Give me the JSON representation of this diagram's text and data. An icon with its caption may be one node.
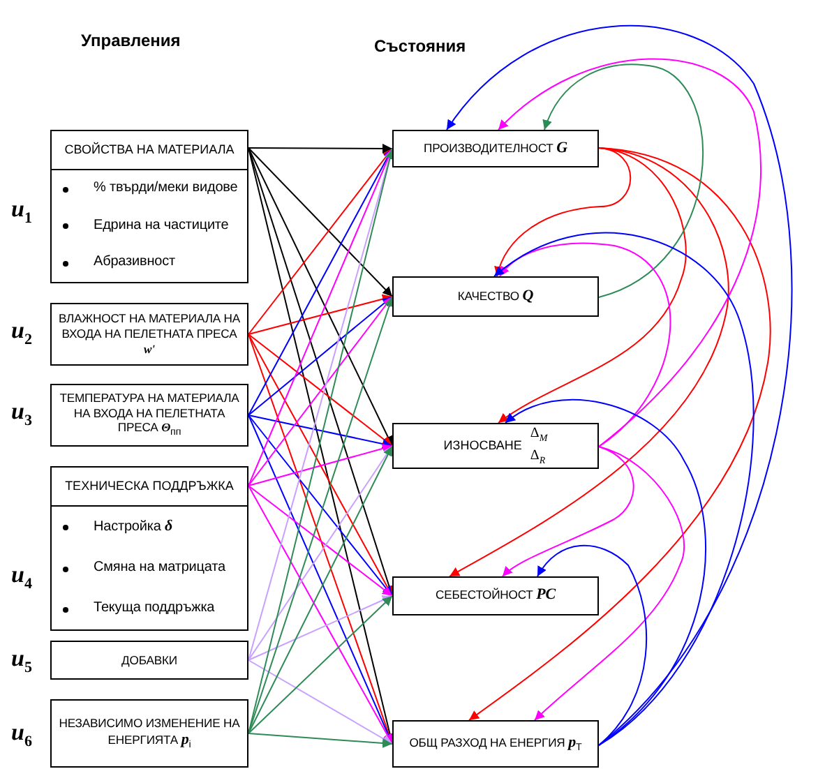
{
  "diagram": {
    "nodes": [
      {
        "text": [
          "СВОЙСТВА НА МАТЕРИАЛА",
          "% твърди/меки видове",
          "Едрина на частиците",
          "Абразивност"
        ],
        "beside": [
          "u$_{1}$"
        ]
      },
      {
        "text": [
          "ВЛАЖНОСТ НА МАТЕРИАЛА НА ВХОДА НА ПЕЛЕТНАТА ПРЕСА *w'*"
        ],
        "beside": [
          "u$_{2}$"
        ]
      },
      {
        "text": [
          "ТЕМПЕРАТУРА НА МАТЕРИАЛА НА ВХОДА НА ПЕЛЕТНАТА ПРЕСА *Θ*$_{пп}$"
        ],
        "beside": [
          "u$_{3}$"
        ]
      },
      {
        "text": [
          "ТЕХНИЧЕСКА ПОДДРЪЖКА",
          "Настройка **δ**",
          "Смяна на матрицата",
          "Текуща поддръжка"
        ],
        "beside": [
          "u$_{4}$"
        ]
      },
      {
        "text": [
          "ДОБАВКИ"
        ],
        "beside": [
          "u$_{5}$"
        ]
      },
      {
        "text": [
          "НЕЗАВИСИМО ИЗМЕНЕНИЕ НА ЕНЕРГИЯТА **p**$_{i}$"
        ],
        "beside": [
          "u$_{6}$"
        ]
      },
      {
        "text": [
          "ПРОИЗВОДИТЕЛНОСТ **G**"
        ]
      },
      {
        "text": [
          "КАЧЕСТВО **Q**"
        ]
      },
      {
        "text": [
          "ИЗНОСВАНЕ",
          "Δ$_{M}$",
          "Δ$_{R}$"
        ]
      },
      {
        "text": [
          "СЕБЕСТОЙНОСТ **PC**"
        ]
      },
      {
        "text": [
          "ОБЩ РАЗХОД НА ЕНЕРГИЯ **p**$_{T}$"
        ]
      }
    ],
    "edges": [
      {
        "from": 0,
        "to": 6,
        "arrow": "to",
        "color": "#000000"
      },
      {
        "from": 0,
        "to": 7,
        "arrow": "to",
        "color": "#000000"
      },
      {
        "from": 0,
        "to": 8,
        "arrow": "to",
        "color": "#000000"
      },
      {
        "from": 0,
        "to": 9,
        "arrow": "to",
        "color": "#000000"
      },
      {
        "from": 0,
        "to": 10,
        "arrow": "to",
        "color": "#000000"
      },
      {
        "from": 1,
        "to": 6,
        "arrow": "to",
        "color": "#ff0000"
      },
      {
        "from": 1,
        "to": 7,
        "arrow": "to",
        "color": "#ff0000"
      },
      {
        "from": 1,
        "to": 8,
        "arrow": "to",
        "color": "#ff0000"
      },
      {
        "from": 1,
        "to": 9,
        "arrow": "to",
        "color": "#ff0000"
      },
      {
        "from": 1,
        "to": 10,
        "arrow": "to",
        "color": "#ff0000"
      },
      {
        "from": 2,
        "to": 6,
        "arrow": "to",
        "color": "#0000ff"
      },
      {
        "from": 2,
        "to": 7,
        "arrow": "to",
        "color": "#0000ff"
      },
      {
        "from": 2,
        "to": 8,
        "arrow": "to",
        "color": "#0000ff"
      },
      {
        "from": 2,
        "to": 9,
        "arrow": "to",
        "color": "#0000ff"
      },
      {
        "from": 2,
        "to": 10,
        "arrow": "to",
        "color": "#0000ff"
      },
      {
        "from": 3,
        "to": 6,
        "arrow": "to",
        "color": "#ff00ff"
      },
      {
        "from": 3,
        "to": 7,
        "arrow": "to",
        "color": "#ff00ff"
      },
      {
        "from": 3,
        "to": 8,
        "arrow": "to",
        "color": "#ff00ff"
      },
      {
        "from": 3,
        "to": 9,
        "arrow": "to",
        "color": "#ff00ff"
      },
      {
        "from": 3,
        "to": 10,
        "arrow": "to",
        "color": "#ff00ff"
      },
      {
        "from": 4,
        "to": 6,
        "arrow": "to",
        "color": "#c8a0ff"
      },
      {
        "from": 4,
        "to": 8,
        "arrow": "to",
        "color": "#c8a0ff"
      },
      {
        "from": 4,
        "to": 9,
        "arrow": "to",
        "color": "#c8a0ff"
      },
      {
        "from": 4,
        "to": 10,
        "arrow": "to",
        "color": "#c8a0ff"
      },
      {
        "from": 5,
        "to": 6,
        "arrow": "to",
        "color": "#2e8b57"
      },
      {
        "from": 5,
        "to": 7,
        "arrow": "to",
        "color": "#2e8b57"
      },
      {
        "from": 5,
        "to": 8,
        "arrow": "to",
        "color": "#2e8b57"
      },
      {
        "from": 5,
        "to": 9,
        "arrow": "to",
        "color": "#2e8b57"
      },
      {
        "from": 5,
        "to": 10,
        "arrow": "to",
        "color": "#2e8b57"
      },
      {
        "from": 6,
        "to": 7,
        "arrow": "to",
        "color": "#ff0000"
      },
      {
        "from": 6,
        "to": 8,
        "arrow": "to",
        "color": "#ff0000"
      },
      {
        "from": 6,
        "to": 9,
        "arrow": "to",
        "color": "#ff0000"
      },
      {
        "from": 6,
        "to": 10,
        "arrow": "to",
        "color": "#ff0000"
      },
      {
        "from": 7,
        "to": 6,
        "arrow": "to",
        "color": "#2e8b57"
      },
      {
        "from": 8,
        "to": 7,
        "arrow": "to",
        "color": "#ff00ff"
      },
      {
        "from": 8,
        "to": 6,
        "arrow": "to",
        "color": "#ff00ff"
      },
      {
        "from": 8,
        "to": 9,
        "arrow": "to",
        "color": "#ff00ff"
      },
      {
        "from": 8,
        "to": 10,
        "arrow": "to",
        "color": "#ff00ff"
      },
      {
        "from": 10,
        "to": 7,
        "arrow": "to",
        "color": "#0000ff"
      },
      {
        "from": 10,
        "to": 8,
        "arrow": "to",
        "color": "#0000ff"
      },
      {
        "from": 10,
        "to": 9,
        "arrow": "to",
        "color": "#0000ff"
      },
      {
        "from": 10,
        "to": 6,
        "arrow": "to",
        "color": "#0000ff"
      }
    ],
    "labels": [
      "Управления",
      "Състояния"
    ]
  }
}
